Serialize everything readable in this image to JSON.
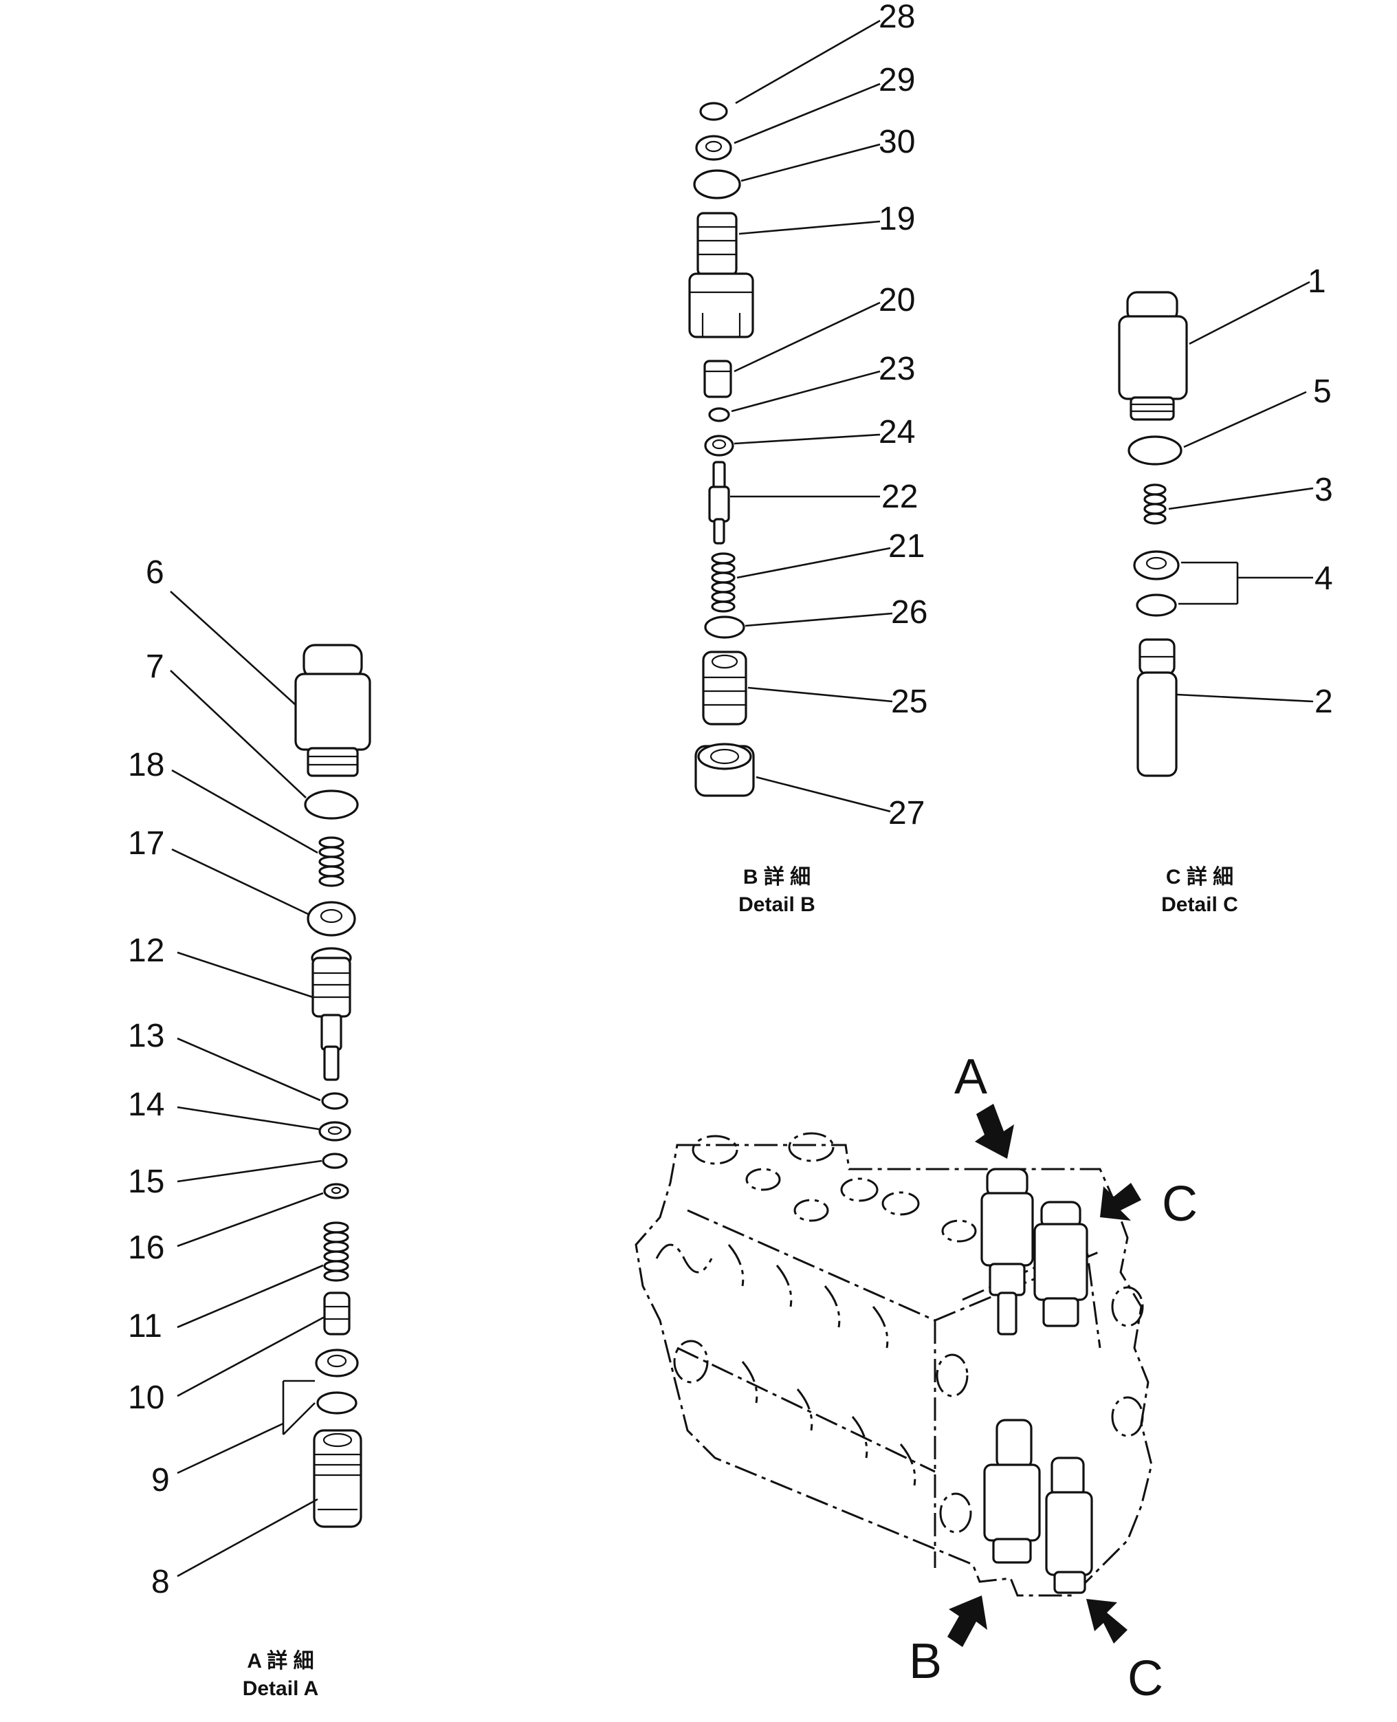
{
  "diagram": {
    "detail_a": {
      "caption_jp": "A 詳 細",
      "caption_en": "Detail A",
      "callouts": [
        "6",
        "7",
        "18",
        "17",
        "12",
        "13",
        "14",
        "15",
        "16",
        "11",
        "10",
        "9",
        "8"
      ]
    },
    "detail_b": {
      "caption_jp": "B 詳 細",
      "caption_en": "Detail B",
      "callouts": [
        "28",
        "29",
        "30",
        "19",
        "20",
        "23",
        "24",
        "22",
        "21",
        "26",
        "25",
        "27"
      ]
    },
    "detail_c": {
      "caption_jp": "C 詳 細",
      "caption_en": "Detail C",
      "callouts": [
        "1",
        "5",
        "3",
        "4",
        "2"
      ]
    },
    "view_markers": [
      "A",
      "C",
      "B",
      "C"
    ]
  }
}
